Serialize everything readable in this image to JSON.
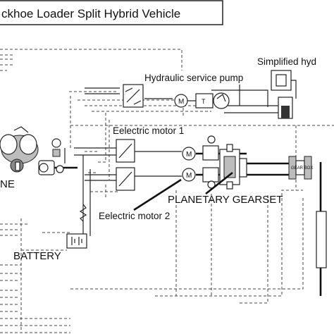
{
  "title": "ckhoe Loader Split Hybrid Vehicle",
  "labels": {
    "simplified_hyd": "Simplified hyd",
    "hydraulic_pump": "Hydraulic service pump",
    "motor1": "Eelectric motor 1",
    "motor2": "Eelectric motor 2",
    "engine": "NE",
    "planetary": "PLANETARY GEARSET",
    "battery": "BATTERY",
    "gearbox": "GEAR BOX",
    "motor_glyph": "M",
    "pump_glyph": "T"
  },
  "colors": {
    "line": "#222222",
    "background": "#ffffff",
    "fill_gray": "#bdbdbd"
  }
}
